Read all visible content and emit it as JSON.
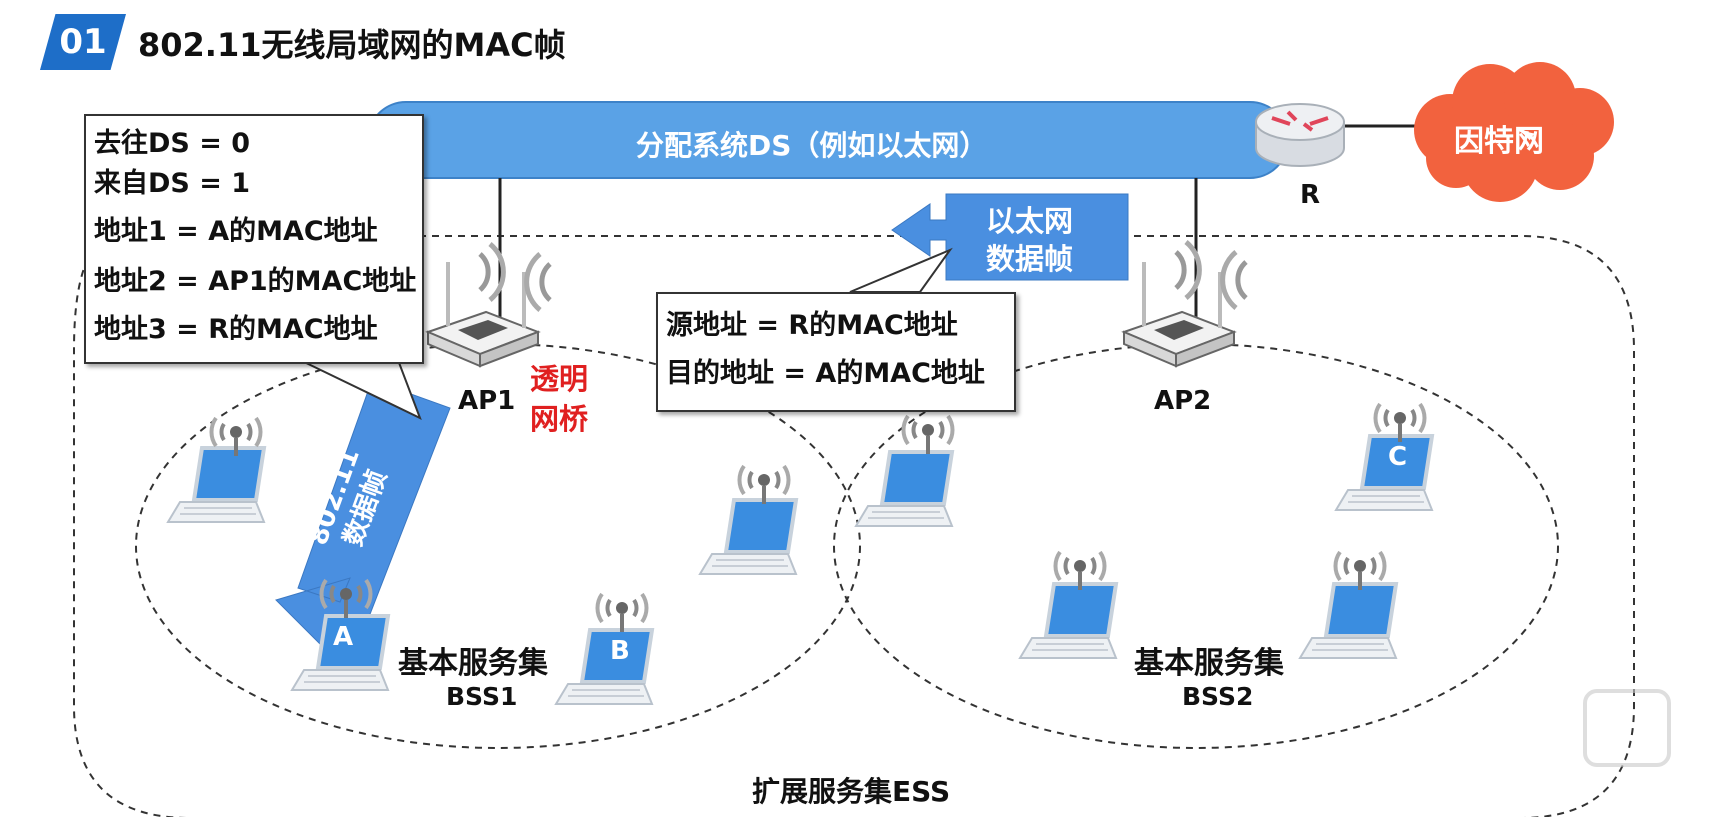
{
  "header": {
    "number": "01",
    "title": "802.11无线局域网的MAC帧"
  },
  "ds_bar": {
    "label": "分配系统DS（例如以太网）"
  },
  "internet": {
    "label": "因特网"
  },
  "router": {
    "label": "R"
  },
  "aps": [
    {
      "label": "AP1"
    },
    {
      "label": "AP2"
    }
  ],
  "bridge_label": {
    "line1": "透明",
    "line2": "网桥"
  },
  "ethernet_frame": {
    "line1": "以太网",
    "line2": "数据帧"
  },
  "wifi_frame": {
    "line1": "802.11",
    "line2": "数据帧"
  },
  "frame_fields_callout": {
    "lines": [
      "去往DS = 0",
      "来自DS = 1",
      "地址1 = A的MAC地址",
      "地址2 = AP1的MAC地址",
      "地址3 = R的MAC地址"
    ]
  },
  "eth_address_callout": {
    "lines": [
      "源地址 = R的MAC地址",
      "目的地址 = A的MAC地址"
    ]
  },
  "bss1": {
    "name": "基本服务集",
    "id": "BSS1"
  },
  "bss2": {
    "name": "基本服务集",
    "id": "BSS2"
  },
  "ess": {
    "label": "扩展服务集ESS"
  },
  "stations": [
    {
      "label": "A"
    },
    {
      "label": "B"
    },
    {
      "label": "C"
    }
  ],
  "colors": {
    "accent": "#1e6ec8",
    "bus": "#5aa2e6",
    "frame_blue": "#4a8fe0",
    "internet": "#f2623e",
    "bridge_red": "#e02020"
  }
}
